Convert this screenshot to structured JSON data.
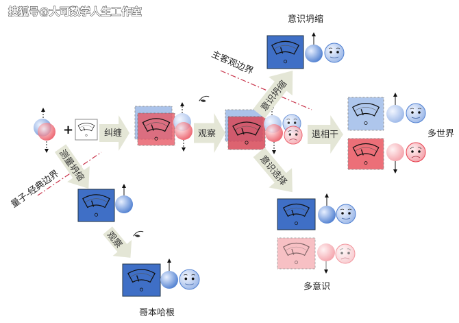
{
  "watermark": "搜狐号@大可数学人生工作室",
  "arrows": {
    "entangle": "纠缠",
    "observe1": "观察",
    "measure_collapse": "测量坍缩",
    "observe2": "观察",
    "consciousness_collapse": "意识坍缩",
    "consciousness_choice": "意识选择",
    "decoherence": "退相干"
  },
  "boundaries": {
    "quantum_classical": "量子-经典边界",
    "subject_object": "主客观边界"
  },
  "labels": {
    "consciousness_collapse": "意识坍缩",
    "many_worlds": "多世界",
    "many_minds": "多意识",
    "copenhagen": "哥本哈根"
  },
  "colors": {
    "blue": "#3f6fc6",
    "red": "#e85a66",
    "arrow_fill": "#e4e6d6",
    "boundary": "#c8334a"
  }
}
